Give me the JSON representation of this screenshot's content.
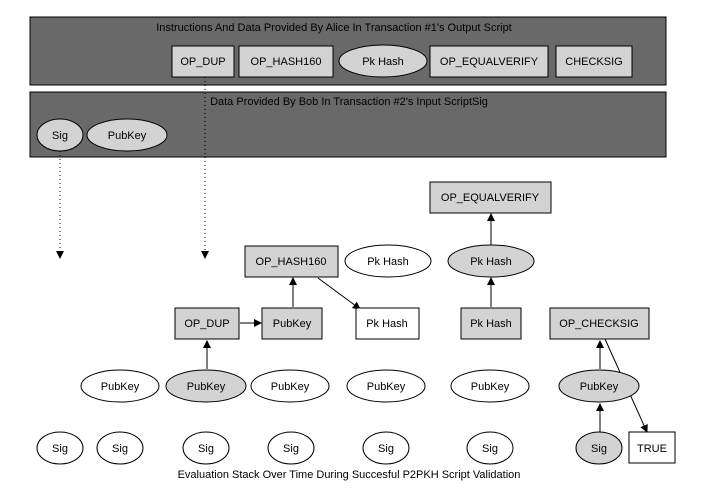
{
  "diagram": {
    "caption": "Evaluation Stack Over Time During Succesful P2PKH Script Validation",
    "alice_cluster": {
      "title": "Instructions And Data Provided By Alice In Transaction #1's Output Script",
      "items": [
        "OP_DUP",
        "OP_HASH160",
        "Pk Hash",
        "OP_EQUALVERIFY",
        "CHECKSIG"
      ]
    },
    "bob_cluster": {
      "title": "Data Provided By Bob In Transaction #2's Input ScriptSig",
      "items": [
        "Sig",
        "PubKey"
      ]
    },
    "stack_nodes": {
      "op_equalverify": "OP_EQUALVERIFY",
      "op_hash160": "OP_HASH160",
      "pkhash_a": "Pk Hash",
      "pkhash_b": "Pk Hash",
      "op_dup": "OP_DUP",
      "pubkey_dup": "PubKey",
      "pkhash_c": "Pk Hash",
      "pkhash_d": "Pk Hash",
      "op_checksig": "OP_CHECKSIG",
      "pubkey_1": "PubKey",
      "pubkey_2": "PubKey",
      "pubkey_3": "PubKey",
      "pubkey_4": "PubKey",
      "pubkey_5": "PubKey",
      "pubkey_6": "PubKey",
      "sig_1": "Sig",
      "sig_2": "Sig",
      "sig_3": "Sig",
      "sig_4": "Sig",
      "sig_5": "Sig",
      "sig_6": "Sig",
      "sig_7": "Sig",
      "true_node": "TRUE"
    },
    "colors": {
      "cluster_fill": "#696969",
      "highlight_fill": "#d3d3d3",
      "plain_fill": "#ffffff",
      "stroke": "#000000"
    }
  }
}
